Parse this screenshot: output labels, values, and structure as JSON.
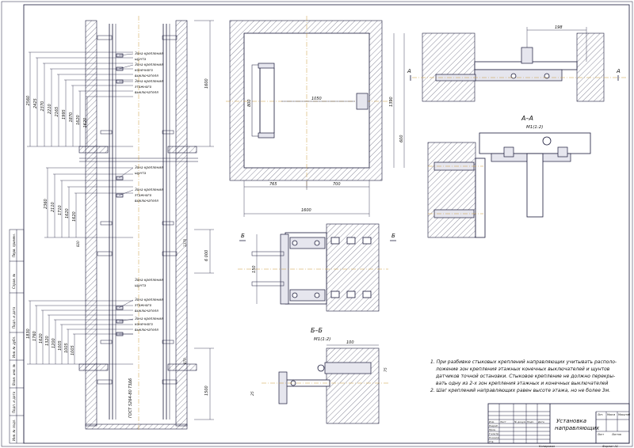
{
  "elevation_labels": [
    {
      "text": "Зона крепления"
    },
    {
      "text": "щунта"
    },
    {
      "text": "Зона крепления"
    },
    {
      "text": "конечного"
    },
    {
      "text": "выключателя"
    },
    {
      "text": "Зона крепления"
    },
    {
      "text": "этажного"
    },
    {
      "text": "выключателя"
    },
    {
      "text": "Зона крепления"
    },
    {
      "text": "щунта"
    },
    {
      "text": "Зона крепления"
    },
    {
      "text": "этажного"
    },
    {
      "text": "выключателя"
    },
    {
      "text": "Зона крепления"
    },
    {
      "text": "щунта"
    },
    {
      "text": "Зона крепления"
    },
    {
      "text": "этажного"
    },
    {
      "text": "выключателя"
    },
    {
      "text": "Зона крепления"
    },
    {
      "text": "конечного"
    },
    {
      "text": "выключателя"
    }
  ],
  "dims_left_top": [
    "2560",
    "2425",
    "2370",
    "2210",
    "2165",
    "1995",
    "1870",
    "1620",
    "1620"
  ],
  "dims_left_mid": [
    "2360",
    "2110",
    "1710",
    "1620",
    "1620"
  ],
  "dims_left_bot": [
    "1830",
    "1760",
    "1620",
    "1320",
    "1200",
    "1005",
    "1005",
    "1005"
  ],
  "gost_label": "ГОСТ 5264-80 Т3Δ6",
  "dims_shaft_right": [
    "1600",
    "6 000",
    "1500"
  ],
  "dims_shaft_small": [
    "1370",
    "870",
    "820"
  ],
  "plan_dims": {
    "w1": "765",
    "w2": "700",
    "total": "1600",
    "h1": "800",
    "h2": "1390",
    "h3": "600",
    "inner": "1050"
  },
  "detail_top": {
    "dim": "198",
    "section_letter": "А"
  },
  "section_aa": {
    "title": "А–А",
    "scale": "М1(1:2)"
  },
  "view_b": {
    "letter": "Б",
    "dim": "150"
  },
  "section_bb": {
    "title": "Б–Б",
    "scale": "М1(1:2)",
    "dim1": "100",
    "dim2": "75",
    "dim3": "25"
  },
  "notes": [
    "1. При разбивке стыковых креплений направляющих учитывать располо-",
    "ложение зон крепления этажных конечных выключателей и щунтов",
    "датчиков точной остановки. Стыковое крепление не должно перекры-",
    "вать одну из 2-х зон крепления этажных и конечных выключателей",
    "2. Шаг креплений направляющих равен высоте этажа, но не более 3м."
  ],
  "title_block": {
    "name_line1": "Установка",
    "name_line2": "направляющих",
    "col_lit": "Лит.",
    "col_mass": "Масса",
    "col_scale": "Масштаб",
    "col_sheet": "Лист",
    "col_sheets": "Листов",
    "rows_left": [
      "Изм.",
      "Лист",
      "Разраб.",
      "Пров.",
      "Т.контр.",
      "Н.контр.",
      "Утв."
    ],
    "col_doc": "№ докум.",
    "col_sign": "Подп.",
    "col_date": "Дата",
    "copied": "Копировал",
    "format": "Формат A1"
  },
  "left_strip": [
    "Перв. примен.",
    "Справ. №",
    "Подп. и дата",
    "Инв. № дубл.",
    "Взам. инв. №",
    "Подп. и дата",
    "Инв. № подл."
  ]
}
